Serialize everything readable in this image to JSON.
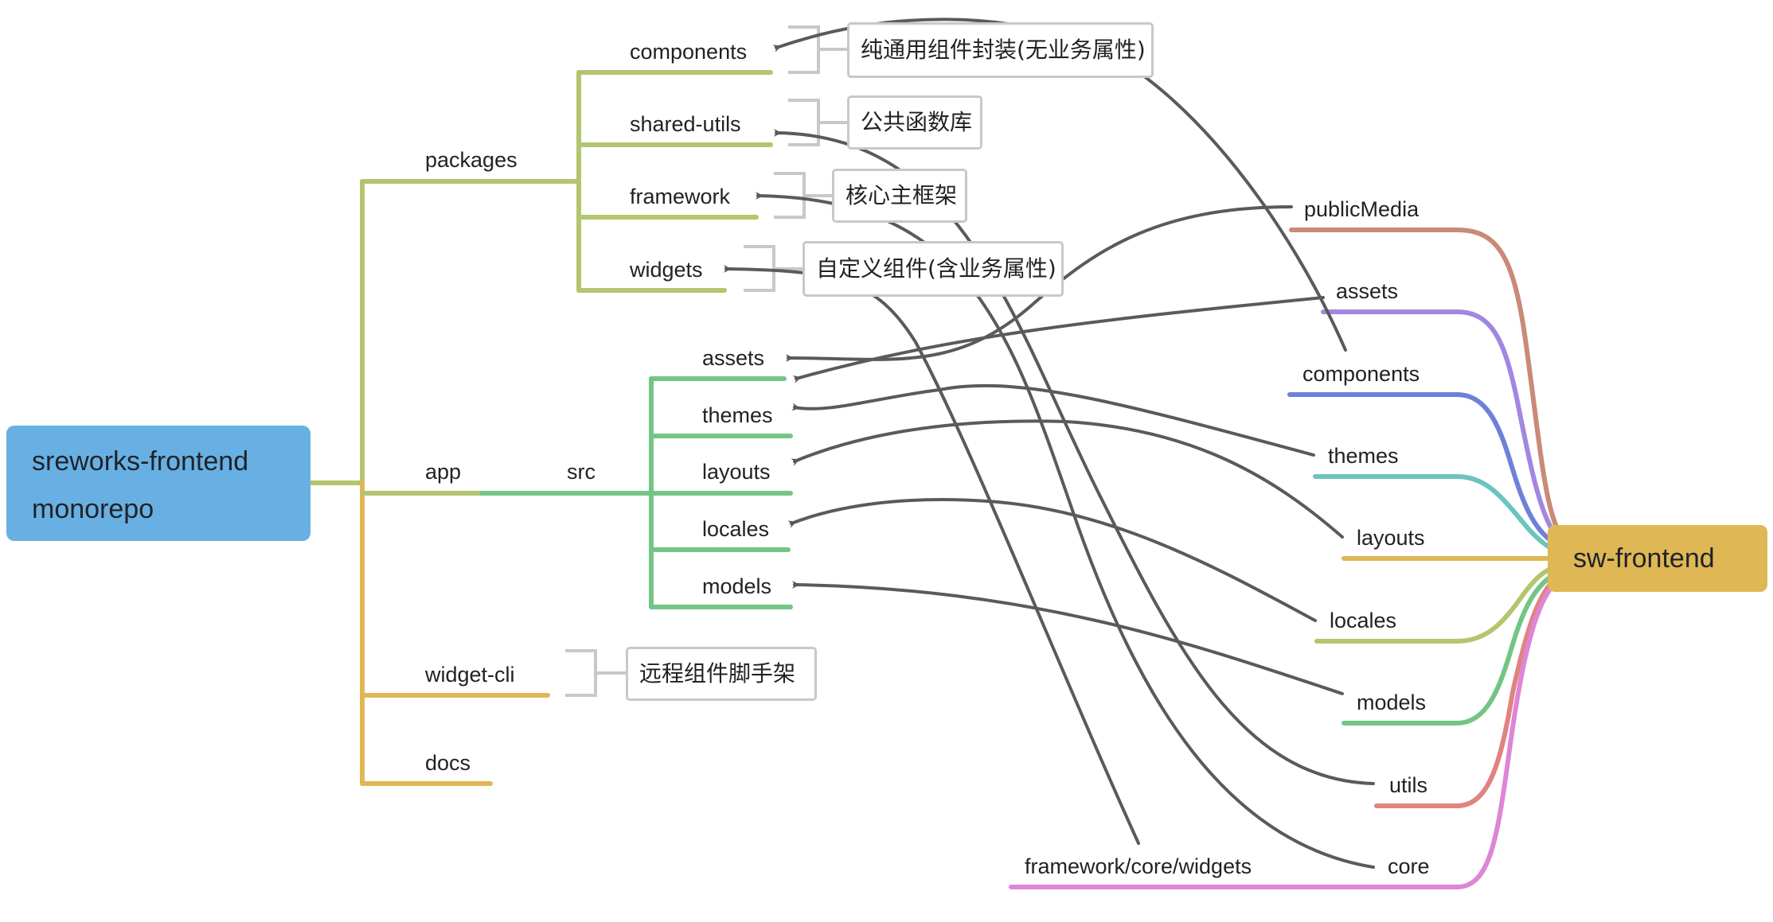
{
  "root": {
    "line1": "sreworks-frontend",
    "line2": "monorepo",
    "color": "#68b0e3"
  },
  "hub": {
    "label": "sw-frontend",
    "color": "#dfb755"
  },
  "left_tree": {
    "packages": {
      "label": "packages",
      "children": [
        {
          "label": "components",
          "note": "纯通用组件封装(无业务属性)"
        },
        {
          "label": "shared-utils",
          "note": "公共函数库"
        },
        {
          "label": "framework",
          "note": "核心主框架"
        },
        {
          "label": "widgets",
          "note": "自定义组件(含业务属性)"
        }
      ]
    },
    "app": {
      "label": "app",
      "src": {
        "label": "src",
        "children": [
          {
            "label": "assets"
          },
          {
            "label": "themes"
          },
          {
            "label": "layouts"
          },
          {
            "label": "locales"
          },
          {
            "label": "models"
          }
        ]
      }
    },
    "widget_cli": {
      "label": "widget-cli",
      "note": "远程组件脚手架"
    },
    "docs": {
      "label": "docs"
    }
  },
  "right_tree": {
    "children": [
      {
        "label": "publicMedia",
        "color": "#c98a76"
      },
      {
        "label": "assets",
        "color": "#a286e0"
      },
      {
        "label": "components",
        "color": "#6f80d9"
      },
      {
        "label": "themes",
        "color": "#6bc4c0"
      },
      {
        "label": "layouts",
        "color": "#dfb755"
      },
      {
        "label": "locales",
        "color": "#b3c66f"
      },
      {
        "label": "models",
        "color": "#74c585"
      },
      {
        "label": "utils",
        "color": "#e0837f"
      },
      {
        "label": "core",
        "color": "#de85d6"
      }
    ],
    "extra_label": "framework/core/widgets"
  },
  "relations": [
    {
      "from": "components (right)",
      "to": "packages/components"
    },
    {
      "from": "utils (right)",
      "to": "packages/shared-utils"
    },
    {
      "from": "core (right)",
      "to": "packages/framework"
    },
    {
      "from": "framework/core/widgets",
      "to": "packages/widgets"
    },
    {
      "from": "publicMedia",
      "to": "app/src/assets"
    },
    {
      "from": "assets (right)",
      "to": "app/src/assets"
    },
    {
      "from": "themes (right)",
      "to": "app/src/themes"
    },
    {
      "from": "layouts (right)",
      "to": "app/src/layouts"
    },
    {
      "from": "locales (right)",
      "to": "app/src/locales"
    },
    {
      "from": "models (right)",
      "to": "app/src/models"
    }
  ],
  "colors": {
    "packages_branch": "#b3c66f",
    "src_branch": "#74c585",
    "widget_cli_branch": "#dfb755",
    "relation_line": "#5a5a5a",
    "note_border": "#c8c8c8"
  }
}
